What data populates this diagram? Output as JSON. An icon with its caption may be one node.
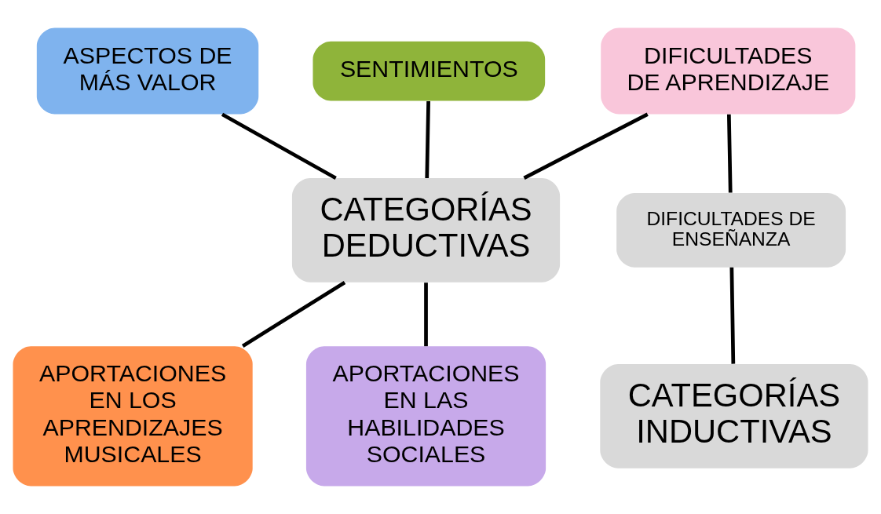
{
  "diagram": {
    "nodes": [
      {
        "text": [
          "CATEGORÍAS DEDUCTIVAS"
        ]
      },
      {
        "text": [
          "ASPECTOS DE MÁS VALOR"
        ]
      },
      {
        "text": [
          "SENTIMIENTOS"
        ]
      },
      {
        "text": [
          "APORTACIONES EN LOS APRENDIZAJES MUSICALES"
        ]
      },
      {
        "text": [
          "APORTACIONES EN LAS HABILIDADES SOCIALES"
        ]
      },
      {
        "text": [
          "DIFICULTADES DE APRENDIZAJE"
        ]
      },
      {
        "text": [
          "DIFICULTADES DE ENSEÑANZA"
        ]
      },
      {
        "text": [
          "CATEGORÍAS INDUCTIVAS"
        ]
      }
    ],
    "edges": [
      {
        "from": 1,
        "to": 0,
        "arrow": "none"
      },
      {
        "from": 2,
        "to": 0,
        "arrow": "none"
      },
      {
        "from": 0,
        "to": 3,
        "arrow": "none"
      },
      {
        "from": 0,
        "to": 4,
        "arrow": "none"
      },
      {
        "from": 5,
        "to": 0,
        "arrow": "none"
      },
      {
        "from": 5,
        "to": 6,
        "arrow": "none"
      },
      {
        "from": 6,
        "to": 7,
        "arrow": "none"
      }
    ]
  }
}
